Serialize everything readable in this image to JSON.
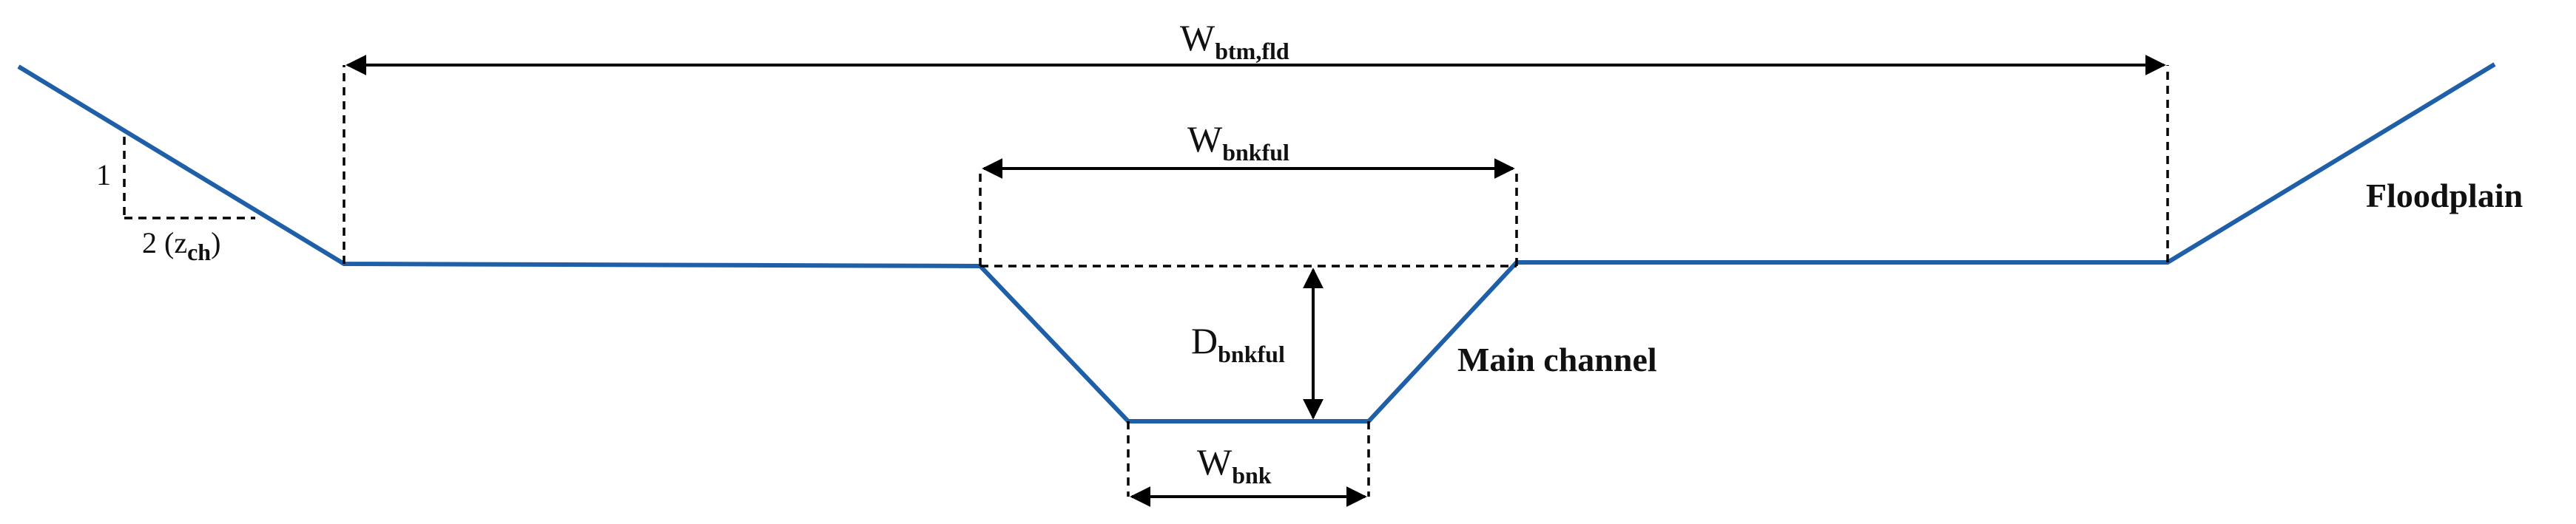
{
  "diagram": {
    "colors": {
      "ground_line": "#1f5fa8",
      "annotation": "#000000"
    },
    "labels": {
      "w_btm_fld": {
        "main": "W",
        "sub": "btm,fld"
      },
      "w_bnkful": {
        "main": "W",
        "sub": "bnkful"
      },
      "d_bnkful": {
        "main": "D",
        "sub": "bnkful"
      },
      "w_bnk": {
        "main": "W",
        "sub": "bnk"
      },
      "main_channel": "Main channel",
      "floodplain": "Floodplain",
      "slope_rise": "1",
      "slope_run": {
        "main": "2 (z",
        "sub": "ch",
        "close": ")"
      }
    }
  }
}
